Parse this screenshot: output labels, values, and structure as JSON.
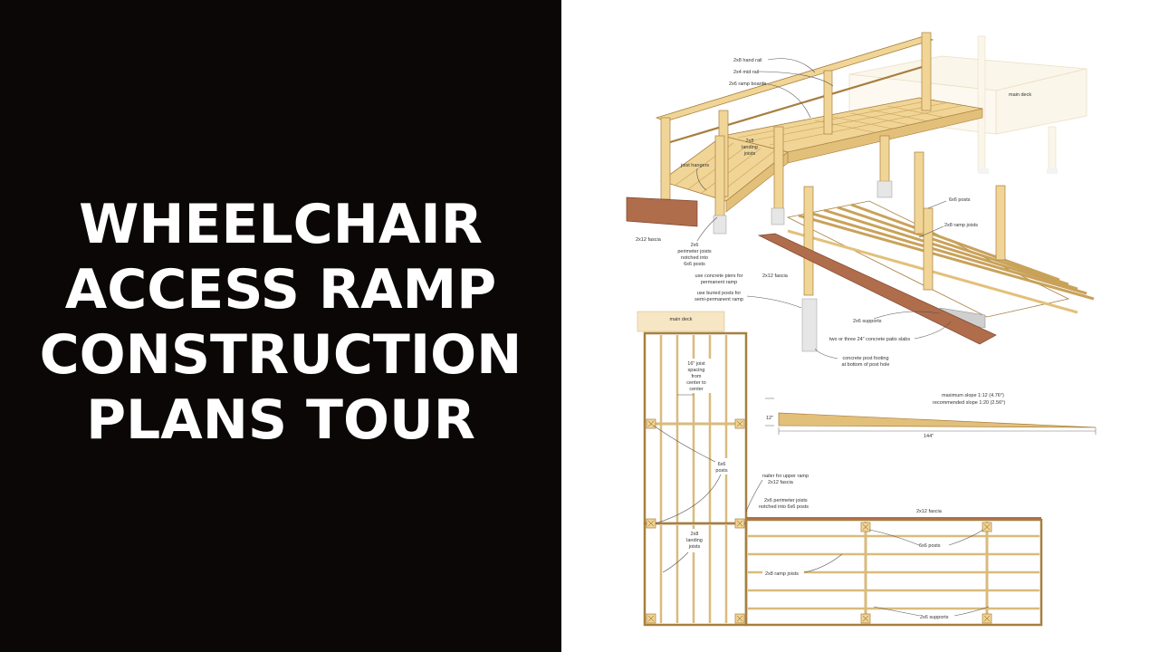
{
  "title": {
    "lines": [
      "WHEELCHAIR",
      "ACCESS RAMP",
      "CONSTRUCTION",
      "PLANS TOUR"
    ]
  },
  "colors": {
    "left_background": "#0b0707",
    "title_text": "#ffffff",
    "lumber": "#f1d596",
    "lumber_dark": "#c9a25a",
    "fascia": "#b06d4c",
    "concrete": "#e6e6e6"
  },
  "iso_labels": {
    "hand_rail": "2x8 hand rail",
    "mid_rail": "2x4 mid rail",
    "ramp_boards": "2x6 ramp boards",
    "main_deck": "main deck",
    "joist_hangers": "joist hangers",
    "landing_joists": [
      "2x8",
      "landing",
      "joists"
    ],
    "posts_6x6": "6x6 posts",
    "ramp_joists": "2x8 ramp joists",
    "fascia_left": "2x12 fascia",
    "perimeter_joists": [
      "2x6",
      "perimeter joists",
      "notched into",
      "6x6 posts"
    ],
    "concrete_piers": [
      "use concrete piers for",
      "permanent ramp"
    ],
    "buried_posts": [
      "use buried posts for",
      "semi-permanent ramp"
    ],
    "fascia_mid": "2x12 fascia",
    "supports": "2x6 supports",
    "patio_slabs": "two or three 24\" concrete patio slabs",
    "post_footing": [
      "concrete post footing",
      "at bottom of post hole"
    ]
  },
  "slope_labels": {
    "max_slope": "maximum slope 1:12 (4.76°)",
    "recommended": "recommended slope 1:20 (2.56°)",
    "rise": "12\"",
    "run": "144\""
  },
  "plan_labels": {
    "main_deck": "main deck",
    "joist_spacing": [
      "16\" joist",
      "spacing",
      "from",
      "center to",
      "center"
    ],
    "posts_6x6": [
      "6x6",
      "posts"
    ],
    "nailer": [
      "nailer for upper ramp",
      "2x12 fascia"
    ],
    "perimeter_joists": [
      "2x6 perimeter joists",
      "notched into 6x6 posts"
    ],
    "fascia": "2x12 fascia",
    "landing_joists": [
      "2x8",
      "landing",
      "joists"
    ],
    "posts_right": "6x6 posts",
    "ramp_joists": "2x8 ramp joists",
    "supports": "2x6 supports"
  }
}
